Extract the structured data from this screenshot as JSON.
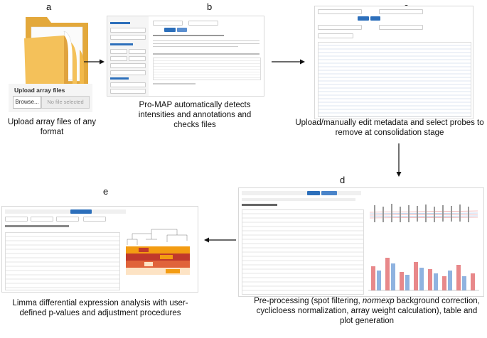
{
  "panels": {
    "a": {
      "letter": "a",
      "upload_title": "Upload array files",
      "browse_label": "Browse...",
      "file_status": "No file selected",
      "caption": "Upload array files of any format"
    },
    "b": {
      "letter": "b",
      "caption": "Pro-MAP automatically detects intensities and annotations and checks files"
    },
    "c": {
      "letter": "c",
      "caption": "Upload/manually edit metadata and select probes to remove at consolidation stage"
    },
    "d": {
      "letter": "d",
      "caption_part1": "Pre-processing (spot filtering, ",
      "caption_italic": "normexp",
      "caption_part2": " background correction, cyclicloess normalization, array weight calculation), table and plot generation"
    },
    "e": {
      "letter": "e",
      "caption": "Limma differential expression analysis with user-defined p-values and adjustment procedures"
    }
  },
  "colors": {
    "folder_body": "#f4c15a",
    "folder_back": "#e3a83b",
    "accent_blue": "#2c6fbb",
    "heatmap_hot": "#c0392b",
    "heatmap_warm": "#f39c12",
    "heatmap_light": "#fde3c4",
    "bar_red": "#e8888a",
    "bar_blue": "#8fb3e0"
  },
  "icons": {
    "arrow": "right-arrow-icon",
    "folder": "folder-icon"
  }
}
